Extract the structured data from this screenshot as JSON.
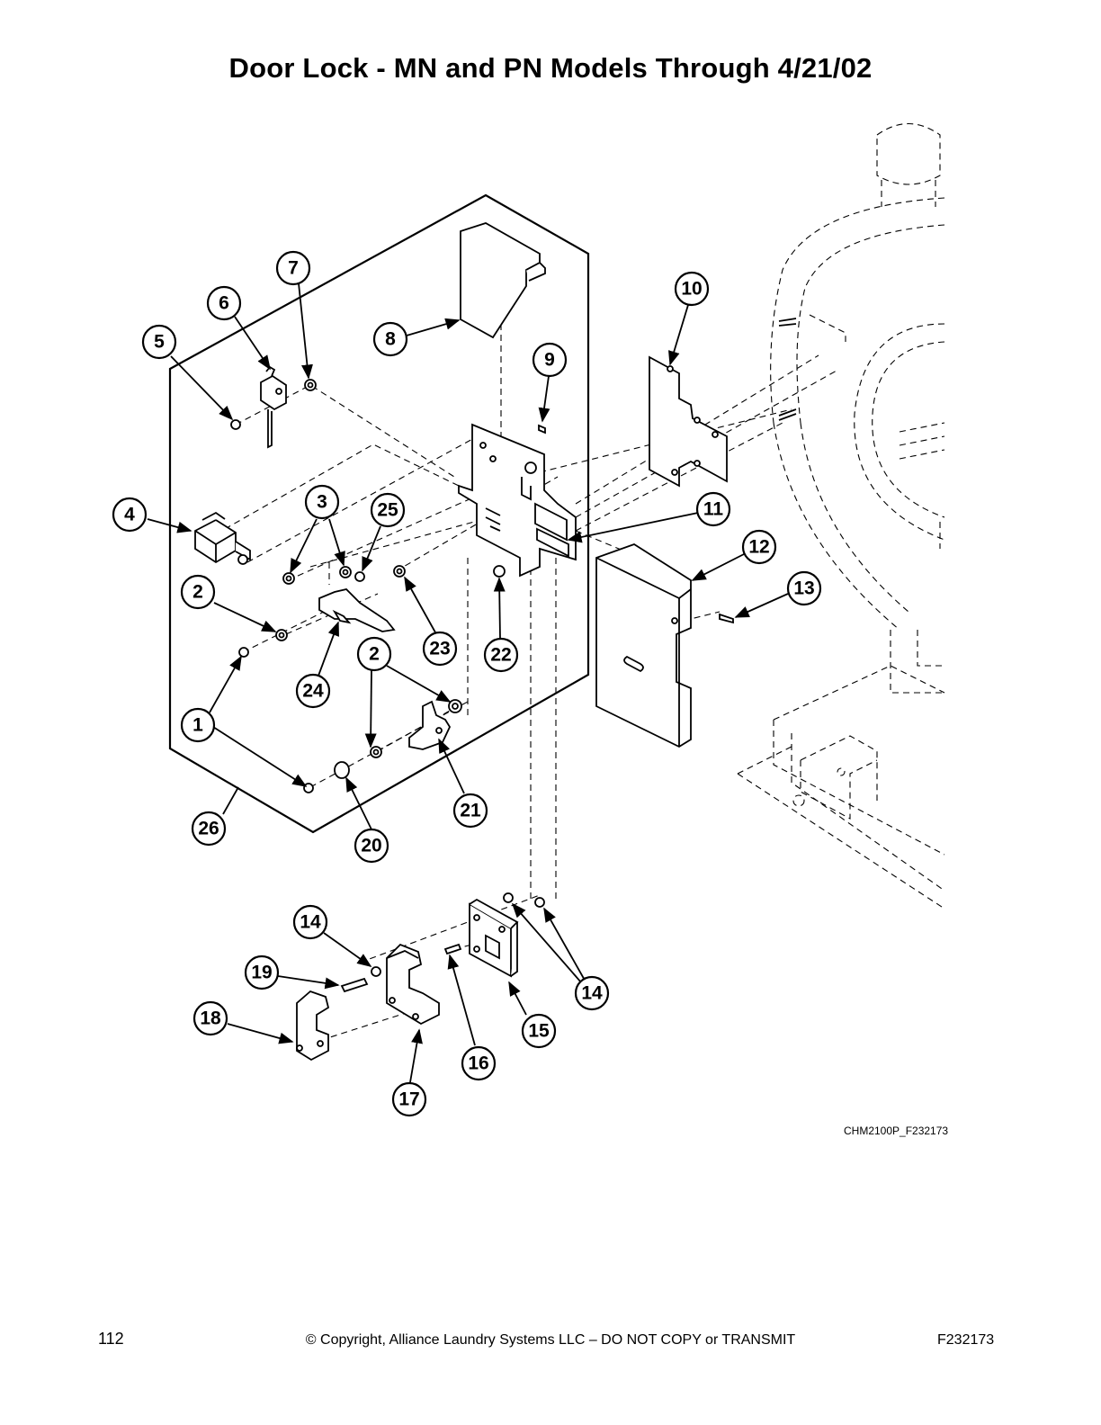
{
  "page": {
    "title": "Door Lock - MN and PN Models Through 4/21/02",
    "figure_id": "CHM2100P_F232173",
    "page_number": "112",
    "copyright": "© Copyright, Alliance Laundry Systems LLC – DO NOT COPY or TRANSMIT",
    "doc_id": "F232173"
  },
  "callouts": [
    "1",
    "2",
    "3",
    "4",
    "5",
    "6",
    "7",
    "8",
    "9",
    "10",
    "11",
    "12",
    "13",
    "14",
    "15",
    "16",
    "17",
    "18",
    "19",
    "20",
    "21",
    "22",
    "23",
    "24",
    "25",
    "26"
  ],
  "icons": {
    "callout": "numbered-circle-icon",
    "arrow": "arrowhead-icon"
  }
}
